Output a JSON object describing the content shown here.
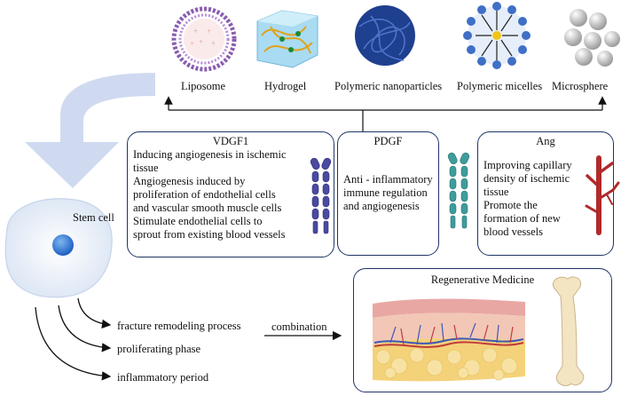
{
  "carriers": [
    {
      "label": "Liposome"
    },
    {
      "label": "Hydrogel"
    },
    {
      "label": "Polymeric nanoparticles"
    },
    {
      "label": "Polymeric micelles"
    },
    {
      "label": "Microsphere"
    }
  ],
  "factors": {
    "vdgf1": {
      "title": "VDGF1",
      "lines": [
        "Inducing angiogenesis in ischemic",
        "tissue",
        "Angiogenesis induced by",
        "proliferation of endothelial cells",
        "and vascular smooth muscle cells",
        "Stimulate endothelial cells to",
        "sprout from existing blood vessels"
      ]
    },
    "pdgf": {
      "title": "PDGF",
      "lines": [
        "Anti - inflammatory",
        "immune regulation",
        "and angiogenesis"
      ]
    },
    "ang": {
      "title": "Ang",
      "lines": [
        "Improving capillary",
        "density of ischemic",
        "tissue",
        "Promote the",
        "formation of new",
        "blood vessels"
      ]
    }
  },
  "stem_cell": {
    "label": "Stem cell"
  },
  "phases": [
    "fracture remodeling process",
    "proliferating phase",
    "inflammatory period"
  ],
  "combination_label": "combination",
  "regenerative": {
    "title": "Regenerative Medicine"
  },
  "colors": {
    "box_border": "#1f3566",
    "big_arrow": "#cfdaf0",
    "receptor_purple": "#4a4aa0",
    "receptor_teal": "#3f9c9c",
    "vessel_red": "#b02a2a"
  }
}
